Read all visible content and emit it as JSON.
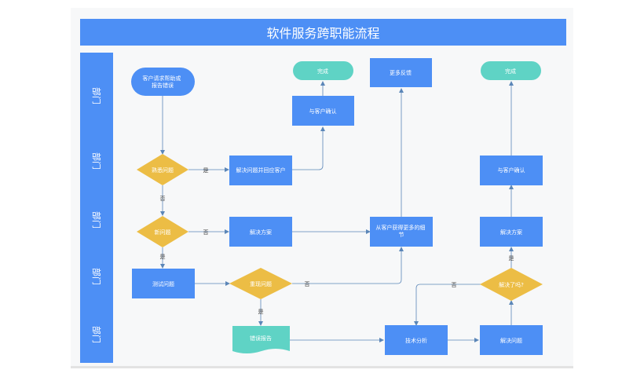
{
  "title": "软件服务跨职能流程",
  "lanes": [
    {
      "label": "部门"
    },
    {
      "label": "部门"
    },
    {
      "label": "部门"
    },
    {
      "label": "部门"
    },
    {
      "label": "部门"
    }
  ],
  "nodes": {
    "start": "客户请求帮助或报告错误",
    "known": "熟悉问题",
    "resolve_respond": "解决问题并回应客户",
    "confirm1": "与客户确认",
    "done1": "完成",
    "more_feedback": "更多反馈",
    "new_issue": "新问题",
    "solution1": "解决方案",
    "get_details": "从客户获得更多的细节",
    "test_issue": "测试问题",
    "reproduce": "重现问题",
    "error_report": "错误报告",
    "tech_analysis": "技术分析",
    "resolve2": "解决问题",
    "resolved_q": "解决了吗?",
    "solution2": "解决方案",
    "confirm2": "与客户确认",
    "done2": "完成"
  },
  "edge_labels": {
    "yes1": "是",
    "no1": "否",
    "no2": "否",
    "yes2": "是",
    "no3": "否",
    "yes3": "是",
    "no4": "否",
    "yes4": "是"
  },
  "colors": {
    "primary": "#4d8ff5",
    "terminal": "#5fd3c5",
    "decision": "#ecbd45",
    "line": "#5b86b8"
  }
}
